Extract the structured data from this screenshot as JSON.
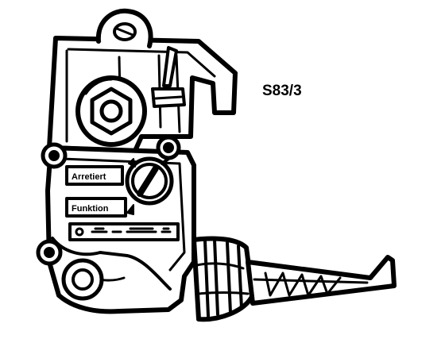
{
  "diagram": {
    "component_ref": "S83/3",
    "labels": {
      "arretiert": "Arretiert",
      "funktion": "Funktion"
    },
    "colors": {
      "ink": "#000000",
      "paper": "#ffffff"
    }
  }
}
